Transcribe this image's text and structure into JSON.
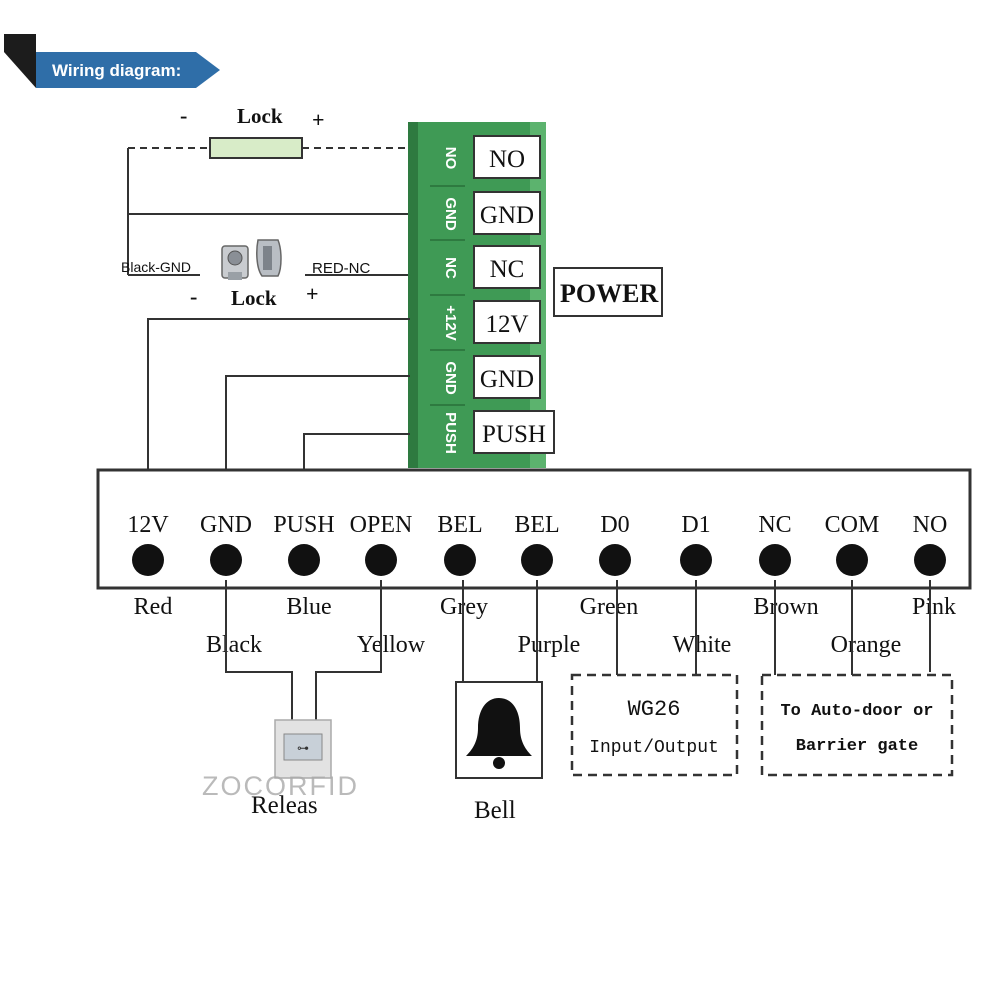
{
  "banner": {
    "title": "Wiring diagram:"
  },
  "top_lock": {
    "label": "Lock",
    "minus": "-",
    "plus": "+"
  },
  "magnet_lock": {
    "label": "Lock",
    "minus": "-",
    "plus": "+",
    "left_wire": "Black-GND",
    "right_wire": "RED-NC"
  },
  "power_label": "POWER",
  "terminal_block": {
    "side_labels": [
      "NO",
      "GND",
      "NC",
      "+12V",
      "GND",
      "PUSH"
    ],
    "boxes": [
      "NO",
      "GND",
      "NC",
      "12V",
      "GND",
      "PUSH"
    ]
  },
  "controller": {
    "terminals": [
      "12V",
      "GND",
      "PUSH",
      "OPEN",
      "BEL",
      "BEL",
      "D0",
      "D1",
      "NC",
      "COM",
      "NO"
    ]
  },
  "wire_colors": {
    "upper": [
      "Red",
      "Blue",
      "Grey",
      "Green",
      "Brown",
      "Pink"
    ],
    "lower": [
      "Black",
      "Yellow",
      "Purple",
      "White",
      "Orange"
    ]
  },
  "release": {
    "label": "Releas"
  },
  "bell": {
    "label": "Bell"
  },
  "wg26": {
    "line1": "WG26",
    "line2": "Input/Output"
  },
  "autodoor": {
    "line1": "To Auto-door or",
    "line2": "Barrier gate"
  },
  "watermark": "ZOCORFID",
  "colors": {
    "banner": "#2f6ea8",
    "banner_dark": "#1c1c1c",
    "terminal_green": "#3f9a55",
    "lock_green": "#d8ecc8",
    "line": "#333333"
  }
}
